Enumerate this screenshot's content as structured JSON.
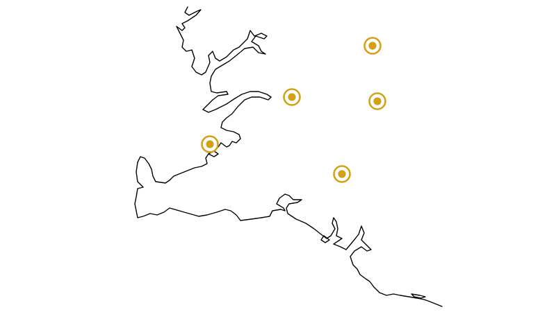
{
  "map": {
    "coastline_color": "#000000",
    "background_color": "#ffffff",
    "marker": {
      "icon": "location-target-icon",
      "color": "#d4a116"
    },
    "markers": [
      {
        "id": "marker-1"
      },
      {
        "id": "marker-2"
      },
      {
        "id": "marker-3"
      },
      {
        "id": "marker-4"
      },
      {
        "id": "marker-5"
      }
    ]
  }
}
